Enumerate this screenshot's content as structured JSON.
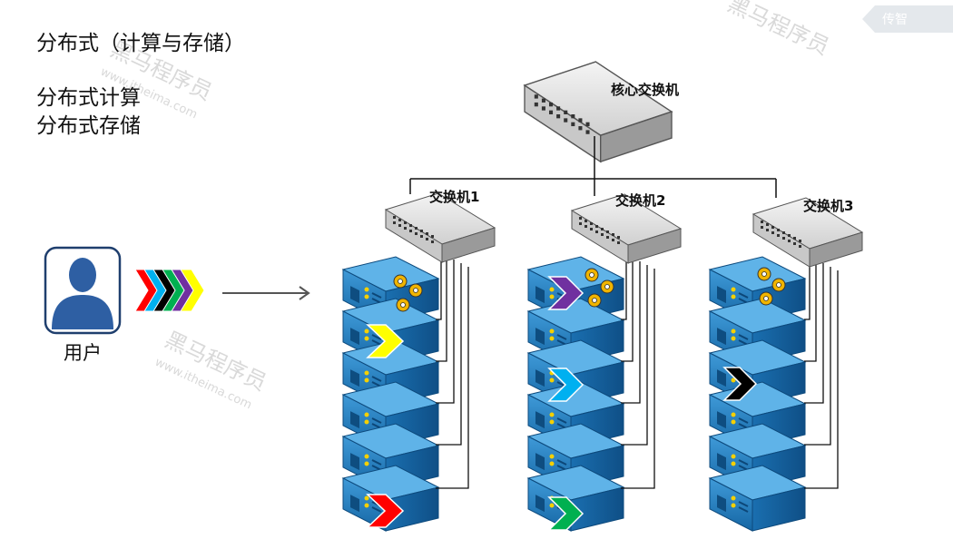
{
  "title": "分布式（计算与存储）",
  "bullets": [
    "分布式计算",
    "分布式存储"
  ],
  "user": {
    "label": "用户"
  },
  "core_switch": {
    "label": "核心交换机"
  },
  "switches": [
    {
      "label": "交换机1"
    },
    {
      "label": "交换机2"
    },
    {
      "label": "交换机3"
    }
  ],
  "watermark": {
    "brand": "黑马程序员",
    "url": "www.itheima.com"
  },
  "badge": {
    "text": "传智"
  },
  "colors": {
    "server_blue": "#1f7fc1",
    "task_yellow": "#ffff00",
    "task_red": "#ff0000",
    "task_purple": "#7030a0",
    "task_cyan": "#00b0f0",
    "task_green": "#00b050",
    "task_black": "#000000",
    "user_blue": "#2e5fa3"
  }
}
